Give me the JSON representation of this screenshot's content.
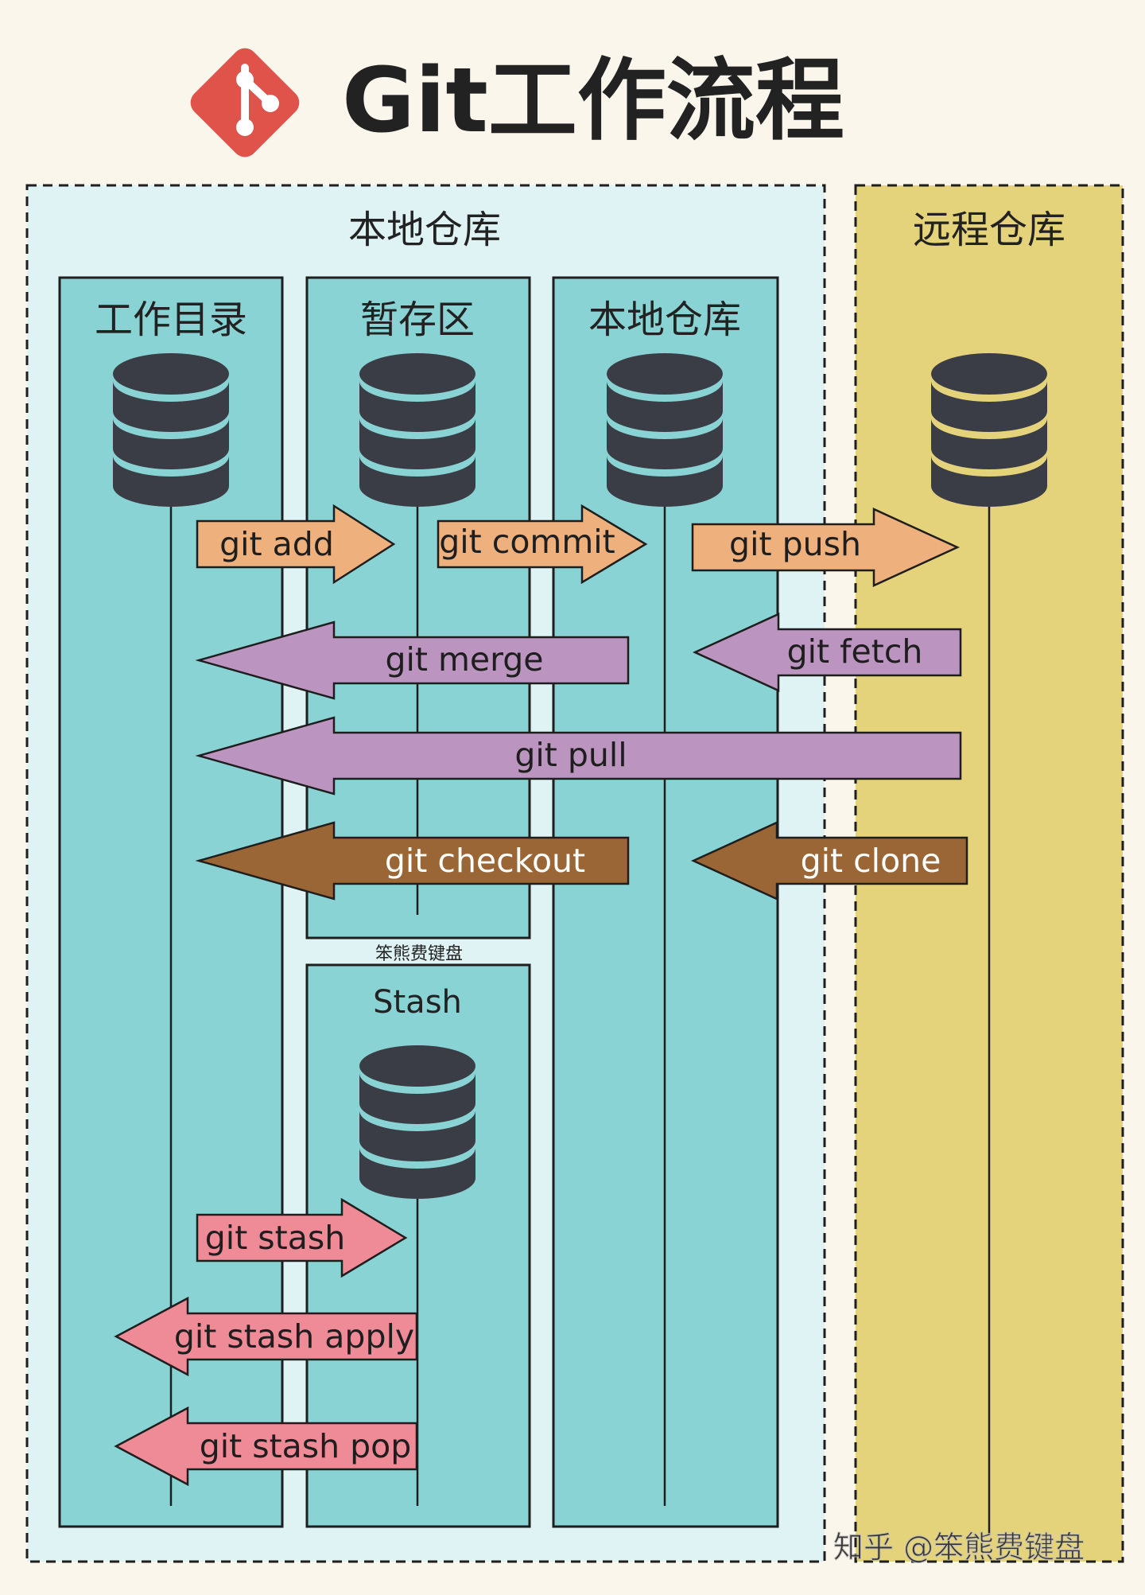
{
  "title": "Git工作流程",
  "local_region": {
    "label": "本地仓库"
  },
  "remote_region": {
    "label": "远程仓库"
  },
  "columns": {
    "workdir": "工作目录",
    "staging": "暂存区",
    "local_repo": "本地仓库",
    "stash": "Stash"
  },
  "arrows": {
    "add": "git add",
    "commit": "git commit",
    "push": "git push",
    "merge": "git merge",
    "fetch": "git fetch",
    "pull": "git pull",
    "checkout": "git checkout",
    "clone": "git clone",
    "stash": "git stash",
    "stash_apply": "git stash apply",
    "stash_pop": "git stash pop"
  },
  "small_caption": "笨熊费键盘",
  "watermark": "知乎 @笨熊费键盘",
  "colors": {
    "background": "#faf6ec",
    "local_region": "#dff2f4",
    "remote_region": "#e5d37c",
    "column": "#8ad3d4",
    "database": "#3b3d46",
    "git_logo": "#e0534a",
    "push_arrows": "#eeb07c",
    "fetch_arrows": "#bb94c0",
    "checkout_arrows": "#9b6636",
    "stash_arrows": "#ef8a97"
  }
}
